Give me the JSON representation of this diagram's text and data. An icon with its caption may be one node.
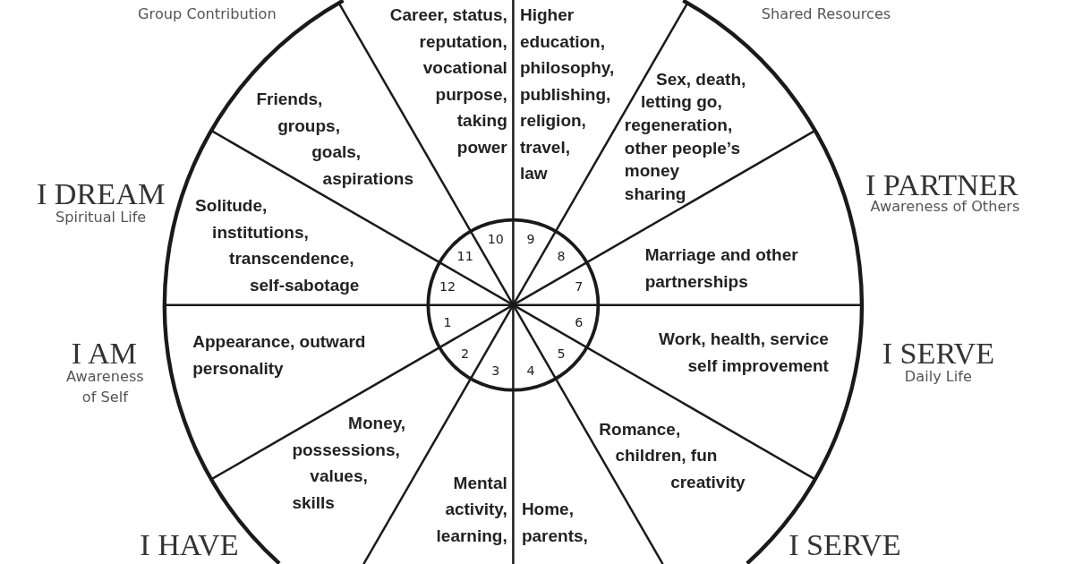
{
  "diagram": {
    "nodes": [
      {
        "text": [
          "Appearance, outward personality"
        ],
        "beside": [
          "I AM",
          "Awareness of Self"
        ]
      },
      {
        "text": [
          "Money, possessions, values, skills"
        ],
        "beside": [
          "I HAVE"
        ]
      },
      {
        "text": [
          "Mental activity, learning,"
        ]
      },
      {
        "text": [
          "Home, parents,"
        ]
      },
      {
        "text": [
          "Romance, children, fun creativity"
        ],
        "beside": [
          "I SERVE"
        ]
      },
      {
        "text": [
          "Work, health, service self improvement"
        ],
        "beside": [
          "I SERVE",
          "Daily Life"
        ]
      },
      {
        "text": [
          "Marriage and other partnerships"
        ],
        "beside": [
          "I PARTNER",
          "Awareness of Others"
        ]
      },
      {
        "text": [
          "Sex, death, letting go, regeneration, other people’s money sharing"
        ],
        "beside": [
          "Shared Resources"
        ]
      },
      {
        "text": [
          "Higher education, philosophy, publishing, religion, travel, law"
        ]
      },
      {
        "text": [
          "Career, status, reputation, vocational purpose, taking power"
        ]
      },
      {
        "text": [
          "Friends, groups, goals, aspirations"
        ]
      },
      {
        "text": [
          "Solitude, institutions, transcendence, self-sabotage"
        ],
        "beside": [
          "I DREAM",
          "Spiritual Life"
        ]
      }
    ],
    "labels": [
      "Group Contribution",
      "10",
      "9",
      "11",
      "8",
      "12",
      "7",
      "1",
      "6",
      "2",
      "5",
      "3",
      "4"
    ]
  }
}
